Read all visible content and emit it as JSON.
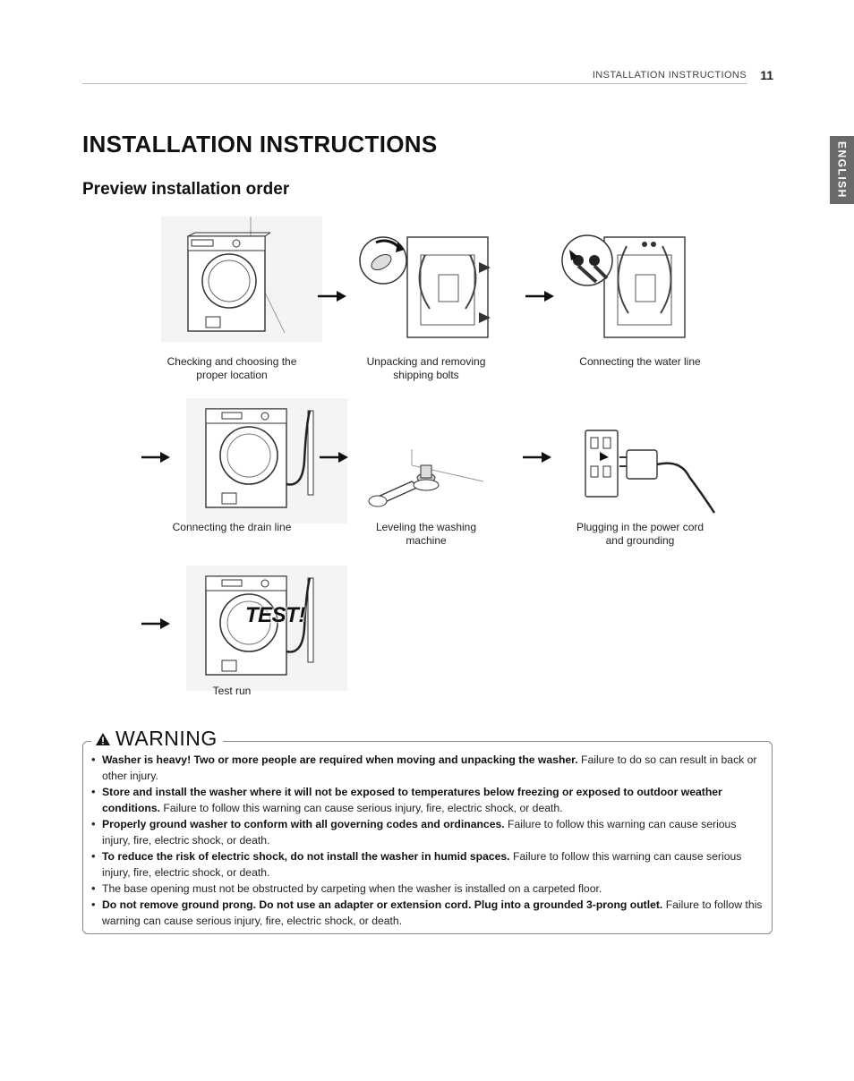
{
  "header": {
    "section": "INSTALLATION INSTRUCTIONS",
    "page_number": "11",
    "language_tab": "ENGLISH"
  },
  "title": "INSTALLATION INSTRUCTIONS",
  "subtitle": "Preview installation order",
  "steps": [
    {
      "line1": "Checking and choosing the",
      "line2": "proper location"
    },
    {
      "line1": "Unpacking and removing",
      "line2": "shipping bolts"
    },
    {
      "line1": "Connecting the water line",
      "line2": ""
    },
    {
      "line1": "Connecting the drain line",
      "line2": ""
    },
    {
      "line1": "Leveling the washing",
      "line2": "machine"
    },
    {
      "line1": "Plugging in the power cord",
      "line2": "and grounding"
    },
    {
      "line1": "Test run",
      "line2": ""
    }
  ],
  "test_label": "TEST!",
  "warning": {
    "heading": "WARNING",
    "items": [
      {
        "bold": "Washer is heavy! Two or more people are required when moving and unpacking the washer.",
        "text": " Failure to do so can result in back or other injury."
      },
      {
        "bold": "Store and install the washer where it will not be exposed to temperatures below freezing or exposed to outdoor weather conditions.",
        "text": " Failure to follow this warning can cause serious injury, fire, electric shock, or death."
      },
      {
        "bold": "Properly ground washer to conform with all governing codes and ordinances.",
        "text": " Failure to follow this warning can cause serious injury, fire, electric shock, or death."
      },
      {
        "bold": "To reduce the risk of electric shock, do not install the washer in humid spaces.",
        "text": " Failure to follow this warning can cause serious injury, fire, electric shock, or death."
      },
      {
        "bold": "",
        "text": "The base opening must not be obstructed by carpeting when the washer is installed on a carpeted floor."
      },
      {
        "bold": "Do not remove ground prong. Do not use an adapter or extension cord. Plug into a grounded 3-prong outlet.",
        "text": " Failure to follow this warning can cause serious injury, fire, electric shock, or death."
      }
    ]
  }
}
